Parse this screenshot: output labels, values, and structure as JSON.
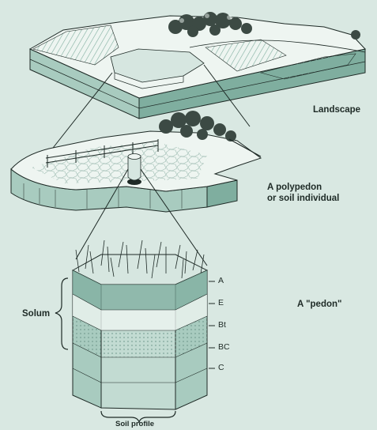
{
  "labels": {
    "landscape": "Landscape",
    "polypedon_line1": "A polypedon",
    "polypedon_line2": "or soil individual",
    "pedon": "A \"pedon\"",
    "solum": "Solum",
    "soil_profile": "Soil profile"
  },
  "horizons": [
    "A",
    "E",
    "Bt",
    "BC",
    "C"
  ],
  "colors": {
    "background": "#d9e8e2",
    "land_top": "#eef5f1",
    "side_light": "#a8cbbf",
    "side_dark": "#7fae9f",
    "ink": "#1e2a26",
    "tree_shadow": "#3c4a44"
  }
}
